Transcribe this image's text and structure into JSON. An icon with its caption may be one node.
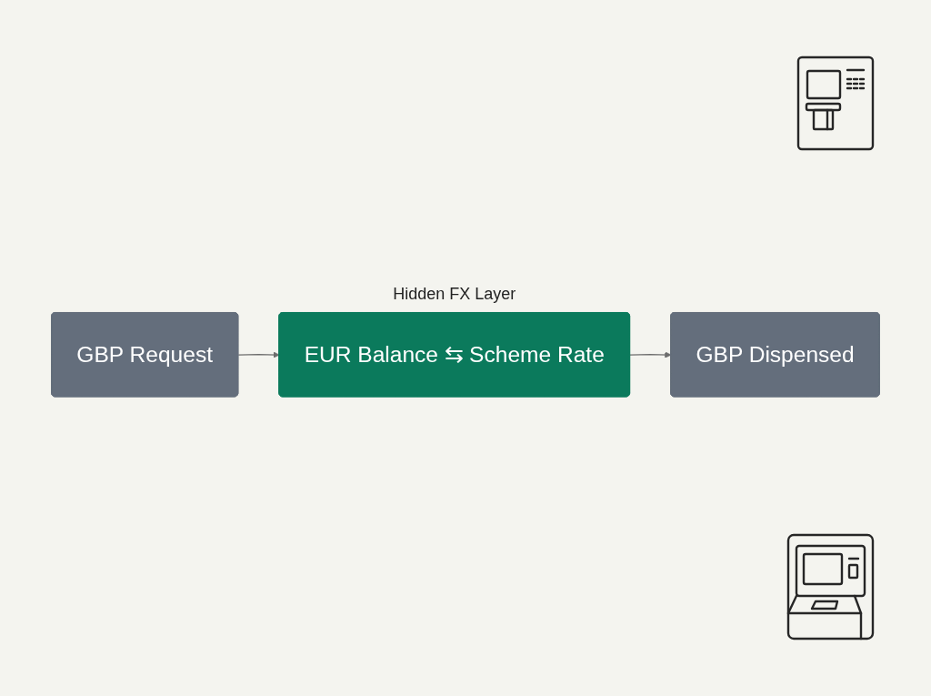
{
  "diagram": {
    "nodes": [
      {
        "text": [
          "GBP Request"
        ]
      },
      {
        "text": [
          "EUR Balance ⇆ Scheme Rate"
        ],
        "beside": [
          "Hidden FX Layer"
        ]
      },
      {
        "text": [
          "GBP Dispensed"
        ]
      }
    ],
    "edges": [
      {
        "from": 0,
        "to": 1,
        "arrow": "to"
      },
      {
        "from": 1,
        "to": 2,
        "arrow": "to"
      }
    ]
  }
}
